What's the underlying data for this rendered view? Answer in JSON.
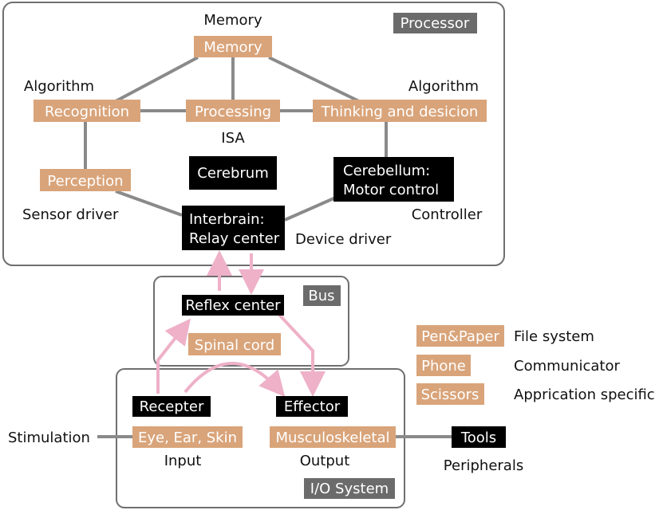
{
  "colors": {
    "tan": "#d9a47a",
    "black": "#000000",
    "gray_tag": "#6b6b6b",
    "line": "#8a8a8a",
    "arrow": "#eeb1c8",
    "frame": "#6f6f6f"
  },
  "processor": {
    "tag": "Processor",
    "memory_caption": "Memory",
    "memory": "Memory",
    "algorithm_left": "Algorithm",
    "algorithm_right": "Algorithm",
    "recognition": "Recognition",
    "processing": "Processing",
    "thinking": "Thinking and desicion",
    "isa": "ISA",
    "perception": "Perception",
    "cerebrum": "Cerebrum",
    "cerebellum_line1": "Cerebellum:",
    "cerebellum_line2": "Motor control",
    "sensor_driver": "Sensor driver",
    "controller": "Controller",
    "interbrain_line1": "Interbrain:",
    "interbrain_line2": "Relay center",
    "device_driver": "Device driver"
  },
  "bus": {
    "tag": "Bus",
    "reflex_center": "Reflex center",
    "spinal_cord": "Spinal cord"
  },
  "io": {
    "tag": "I/O System",
    "recepter": "Recepter",
    "effector": "Effector",
    "sensors": "Eye, Ear, Skin",
    "musculoskeletal": "Musculoskeletal",
    "input": "Input",
    "output": "Output",
    "stimulation": "Stimulation",
    "tools": "Tools",
    "peripherals": "Peripherals"
  },
  "legend": [
    {
      "box": "Pen&Paper",
      "label": "File system"
    },
    {
      "box": "Phone",
      "label": "Communicator"
    },
    {
      "box": "Scissors",
      "label": "Apprication specific"
    }
  ]
}
